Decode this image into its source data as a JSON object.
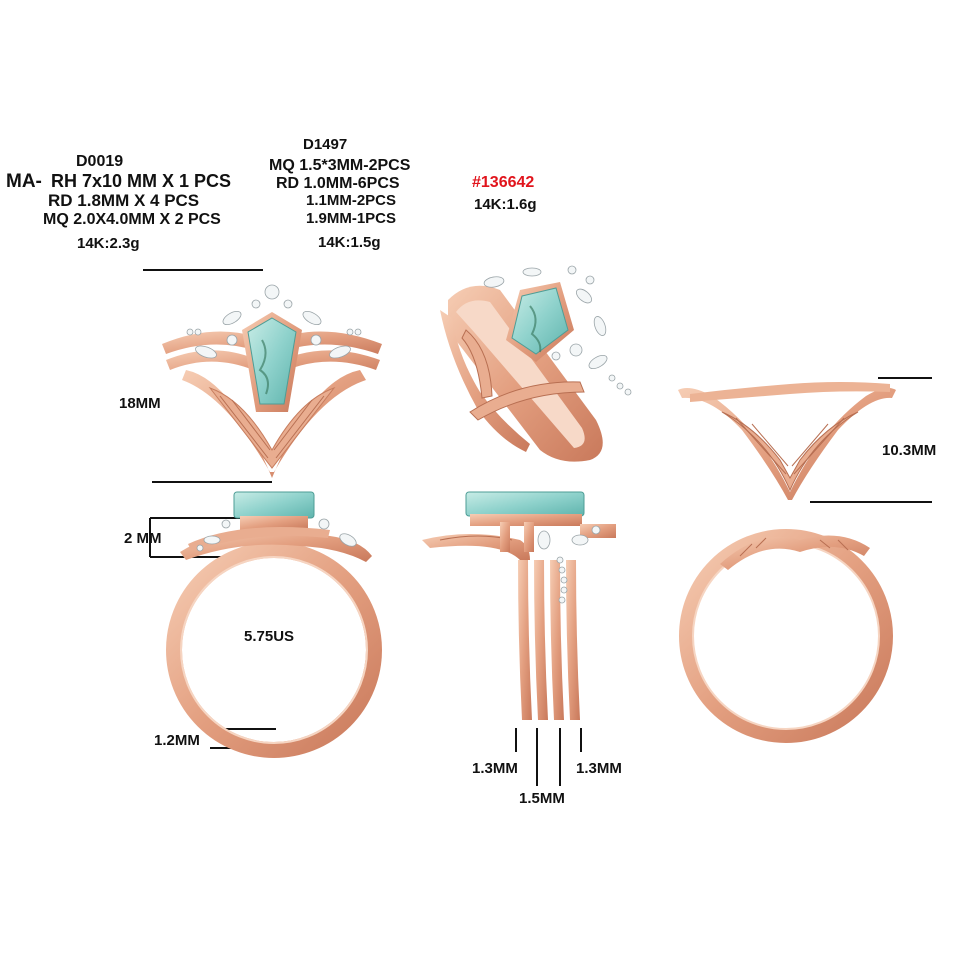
{
  "spec_d0019": {
    "code": "D0019",
    "line1_prefix": "MA-",
    "line1": "RH 7x10 MM  X 1 PCS",
    "line2": "RD 1.8MM  X  4 PCS",
    "line3": "MQ 2.0X4.0MM  X  2  PCS",
    "weight": "14K:2.3g"
  },
  "spec_d1497": {
    "code": "D1497",
    "line1": "MQ 1.5*3MM-2PCS",
    "line2": "RD 1.0MM-6PCS",
    "line3": "1.1MM-2PCS",
    "line4": "1.9MM-1PCS",
    "weight": "14K:1.5g"
  },
  "spec_band": {
    "code": "#136642",
    "weight": "14K:1.6g"
  },
  "dimensions": {
    "height_set": "18MM",
    "height_band": "10.3MM",
    "stone_height": "2 MM",
    "ring_size": "5.75US",
    "shank_thickness": "1.2MM",
    "width_left": "1.3MM",
    "width_mid": "1.5MM",
    "width_right": "1.3MM"
  },
  "colors": {
    "rose_gold": "#e7a98a",
    "rose_gold_dark": "#c77d5e",
    "moss_agate": "#8fd2cc",
    "accent_red": "#e1141c"
  }
}
